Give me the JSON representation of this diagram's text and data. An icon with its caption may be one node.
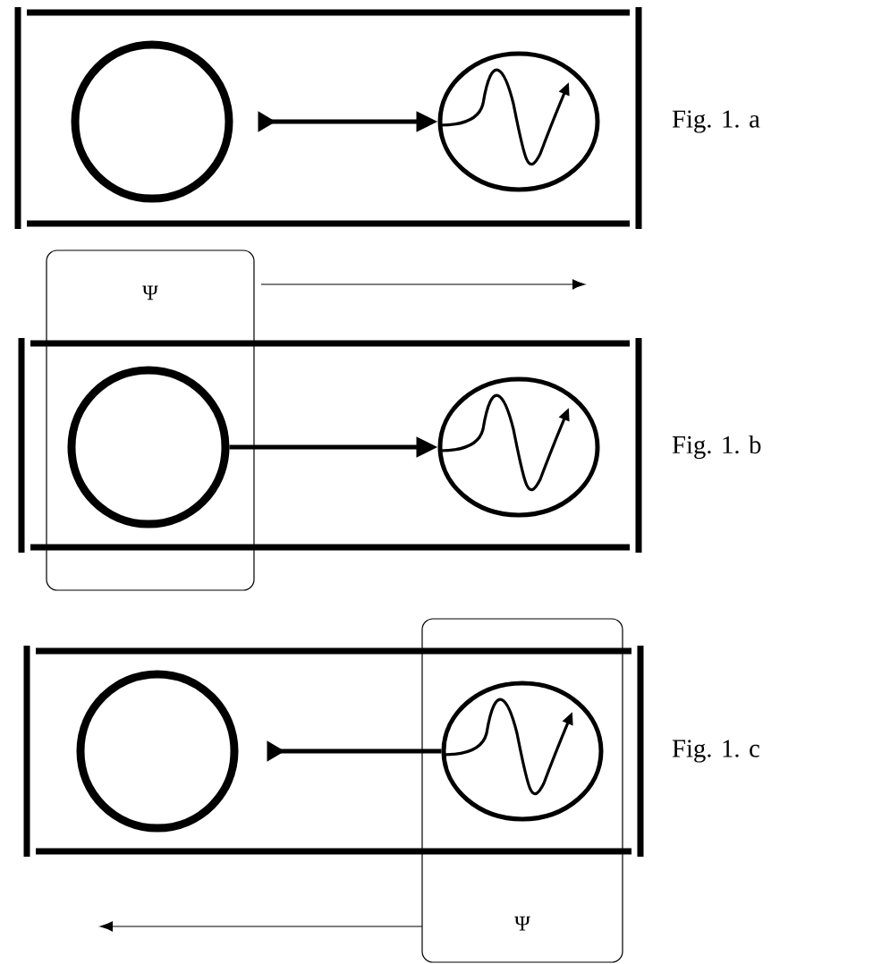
{
  "diagram": {
    "nodes": [
      {
        "text": [],
        "shape": "circle"
      },
      {
        "text": [],
        "shape": "circle"
      },
      {
        "text": [
          "Ψ"
        ]
      },
      {
        "text": [],
        "shape": "circle",
        "in": 2
      },
      {
        "text": [],
        "shape": "circle"
      },
      {
        "text": [],
        "shape": "circle"
      },
      {
        "text": [
          "Ψ"
        ]
      },
      {
        "text": [],
        "shape": "circle",
        "in": 6
      }
    ],
    "edges": [
      {
        "from": 0,
        "to": 1,
        "arrow": "to"
      },
      {
        "from": 3,
        "to": 4,
        "arrow": "to"
      },
      {
        "from": 5,
        "to": 7,
        "arrow": "to"
      }
    ],
    "labels": [
      "Fig. 1. a",
      "Fig. 1. b",
      "Fig. 1. c"
    ]
  }
}
